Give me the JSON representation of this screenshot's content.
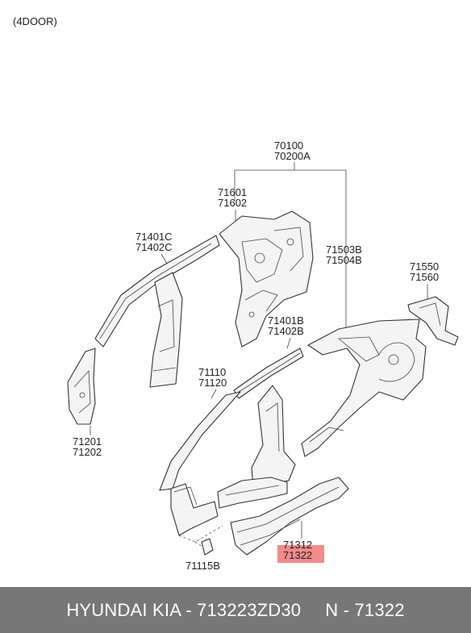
{
  "header": {
    "variant": "(4DOOR)"
  },
  "callouts": {
    "assembly": [
      "70100",
      "70200A"
    ],
    "rear_inner_upper": [
      "71601",
      "71602"
    ],
    "roof_rail_c": [
      "71401C",
      "71402C"
    ],
    "quarter_panel": [
      "71503B",
      "71504B"
    ],
    "rear_bracket": [
      "71550",
      "71560"
    ],
    "roof_rail_b": [
      "71401B",
      "71402B"
    ],
    "a_pillar": [
      "71110",
      "71120"
    ],
    "front_pillar_lower": [
      "71201",
      "71202"
    ],
    "side_sill": [
      "71312",
      "71322"
    ],
    "small_bracket": [
      "71115B"
    ]
  },
  "highlight": {
    "part_number": "71322",
    "color": "#f28b8b"
  },
  "footer": {
    "brand_part": "HYUNDAI  KIA - 713223ZD30",
    "ref": "N - 71322",
    "background": "#777777"
  }
}
